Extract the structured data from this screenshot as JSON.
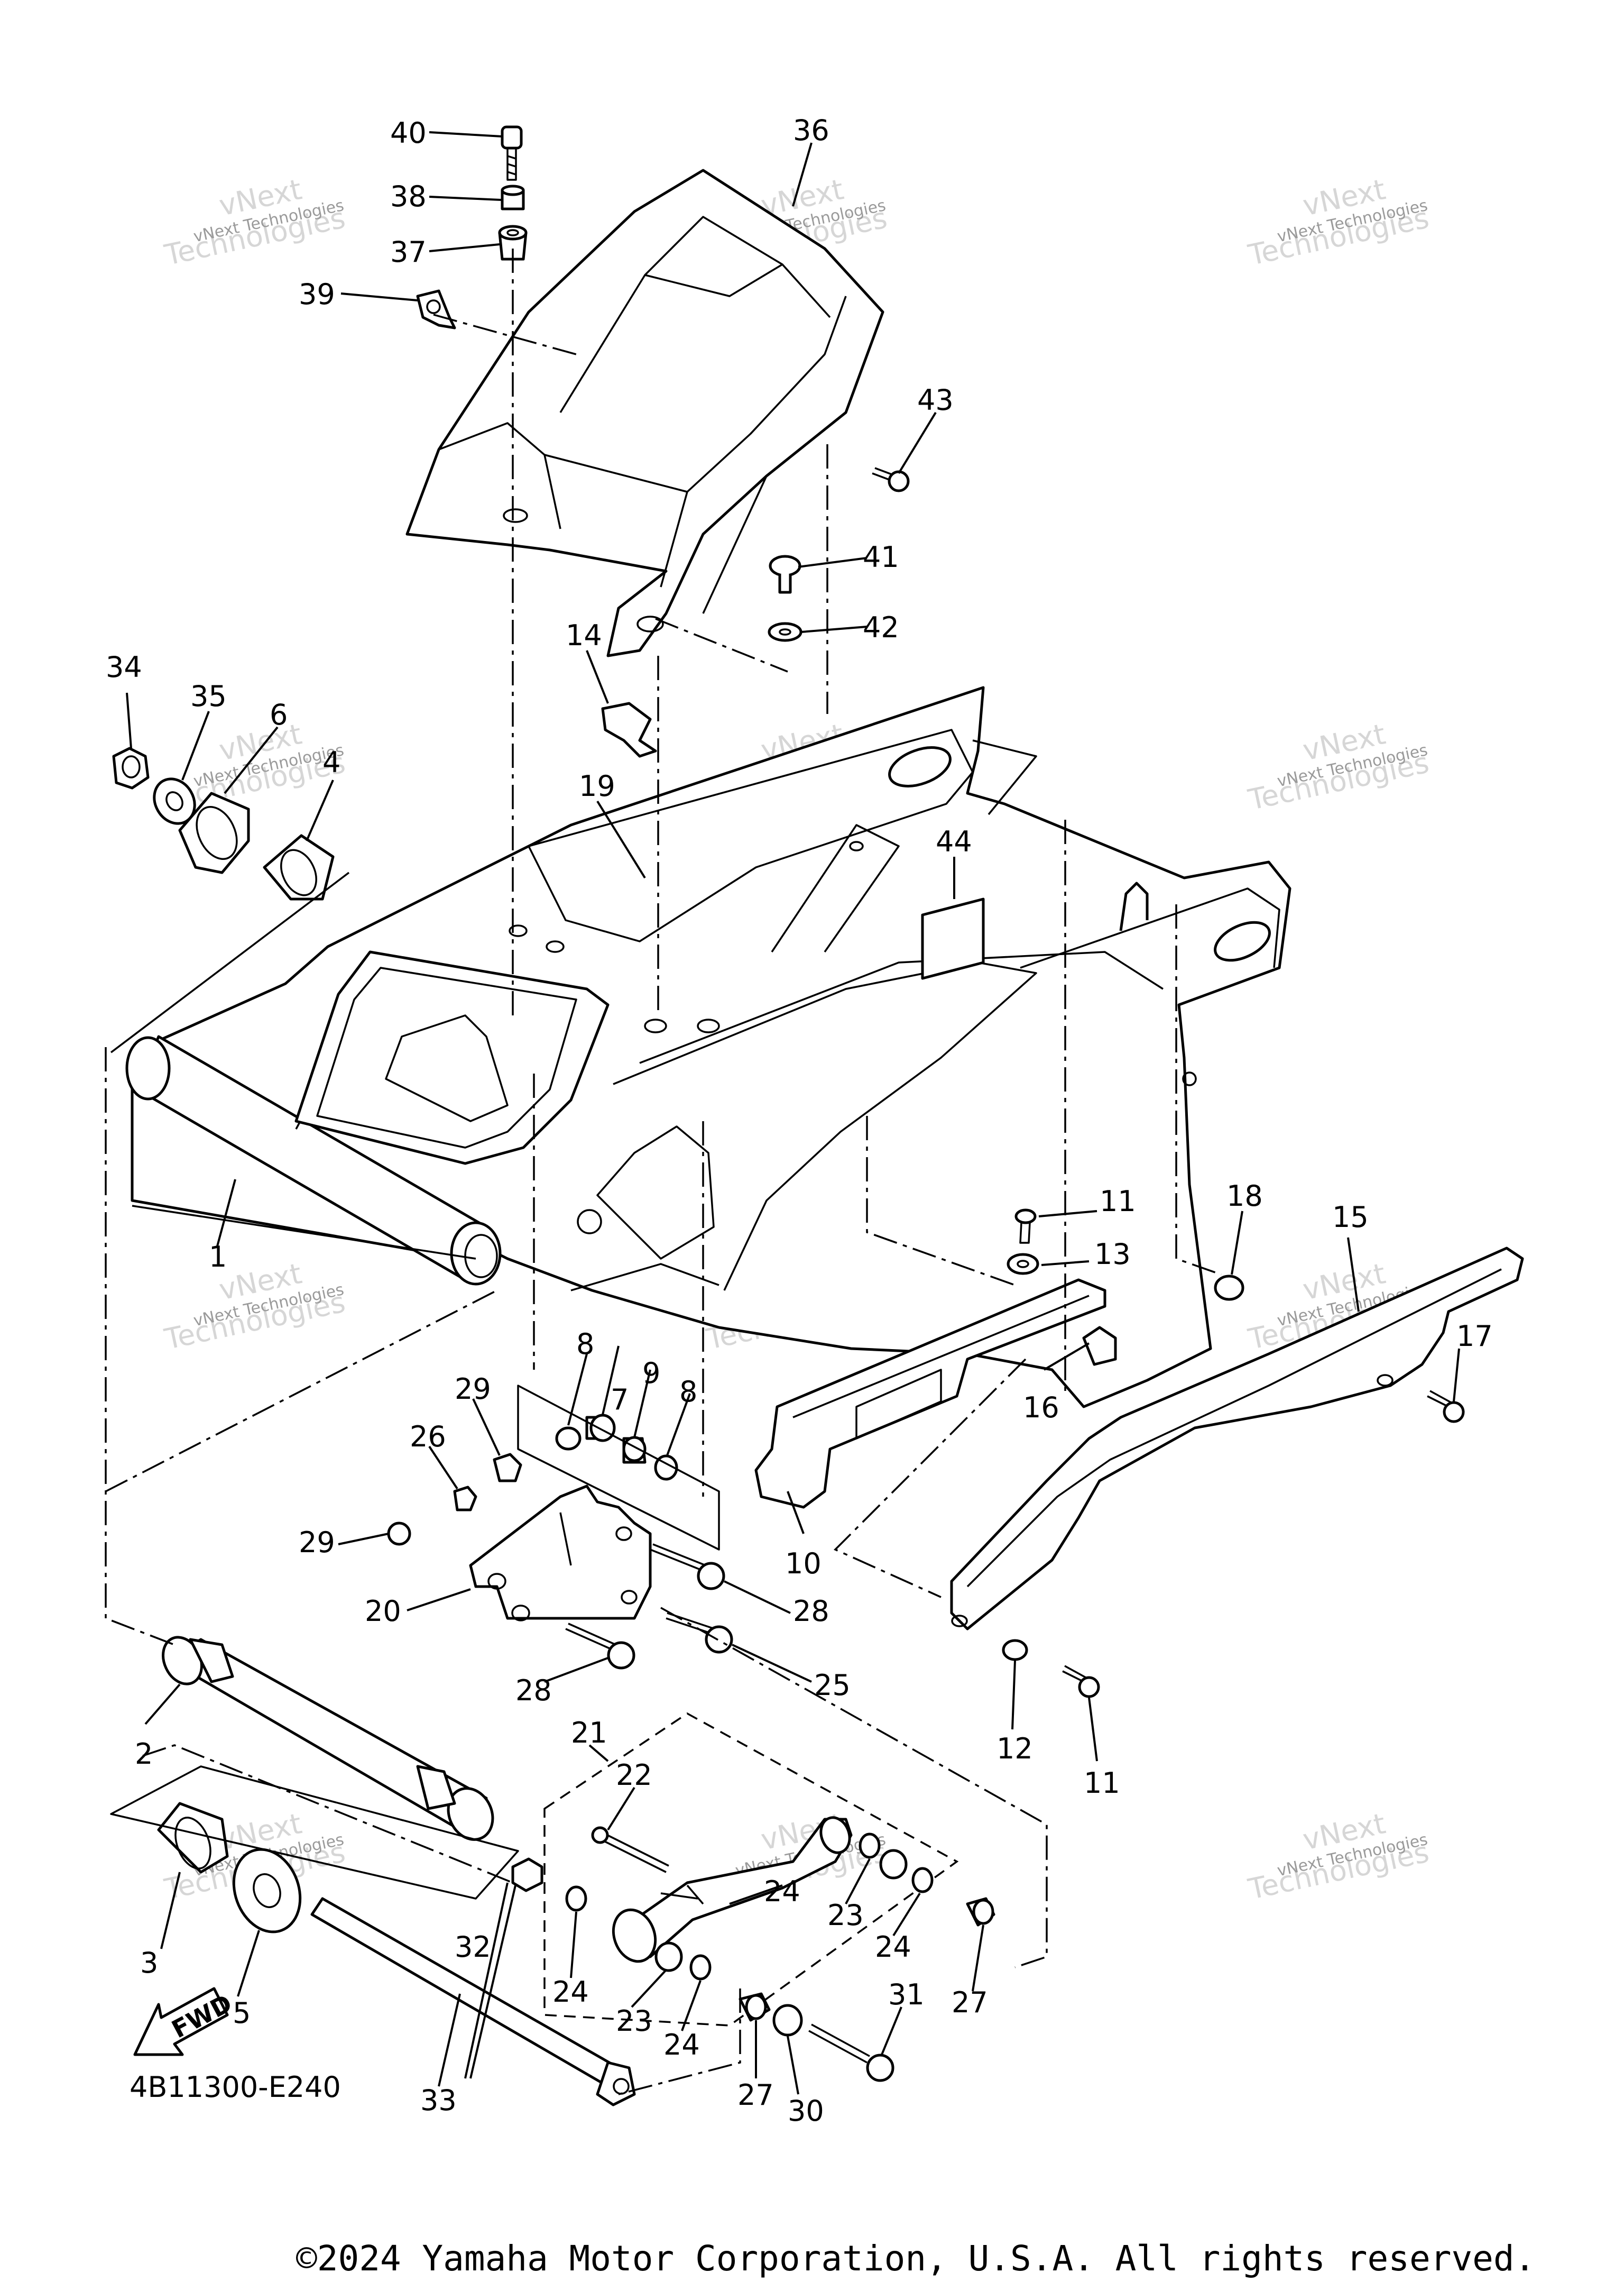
{
  "diagram_code": "4B11300-E240",
  "fwd_label": "FWD",
  "copyright": "©2024 Yamaha Motor Corporation, U.S.A. All rights reserved.",
  "watermark": {
    "line1": "vNext",
    "line2": "Technologies",
    "small": "vNext Technologies"
  },
  "labels": [
    "1",
    "2",
    "3",
    "4",
    "5",
    "6",
    "7",
    "8",
    "8",
    "9",
    "10",
    "11",
    "11",
    "12",
    "13",
    "14",
    "15",
    "16",
    "17",
    "18",
    "19",
    "20",
    "21",
    "22",
    "23",
    "23",
    "24",
    "24",
    "24",
    "24",
    "25",
    "26",
    "27",
    "27",
    "28",
    "28",
    "29",
    "29",
    "30",
    "31",
    "32",
    "33",
    "34",
    "35",
    "36",
    "37",
    "38",
    "39",
    "40",
    "41",
    "42",
    "43",
    "44"
  ]
}
